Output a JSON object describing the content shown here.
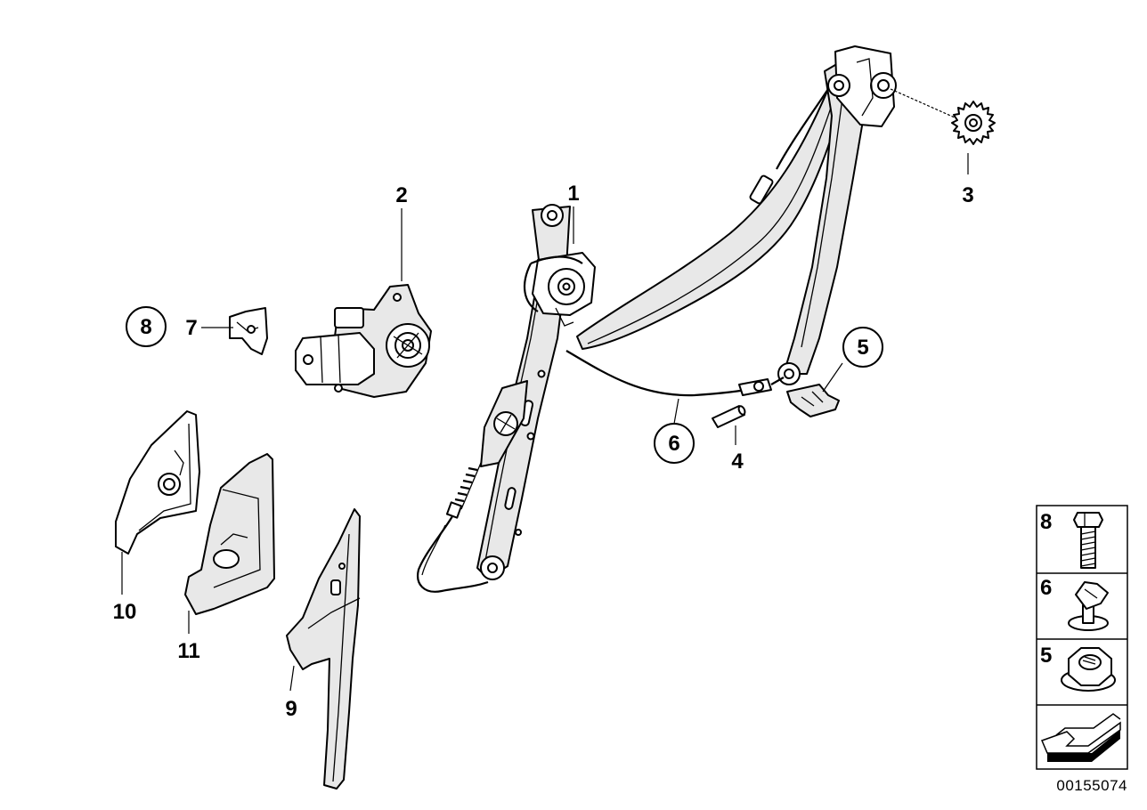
{
  "callouts": {
    "p1": "1",
    "p2": "2",
    "p3": "3",
    "p4": "4",
    "p5": "5",
    "p6": "6",
    "p7": "7",
    "p8": "8",
    "p9": "9",
    "p10": "10",
    "p11": "11"
  },
  "legend": {
    "rows": [
      {
        "label": "8",
        "icon": "bolt-icon"
      },
      {
        "label": "6",
        "icon": "clip-icon"
      },
      {
        "label": "5",
        "icon": "hex-nut-icon"
      }
    ],
    "footer_icon": "arrow-icon"
  },
  "doc_number": "00155074"
}
